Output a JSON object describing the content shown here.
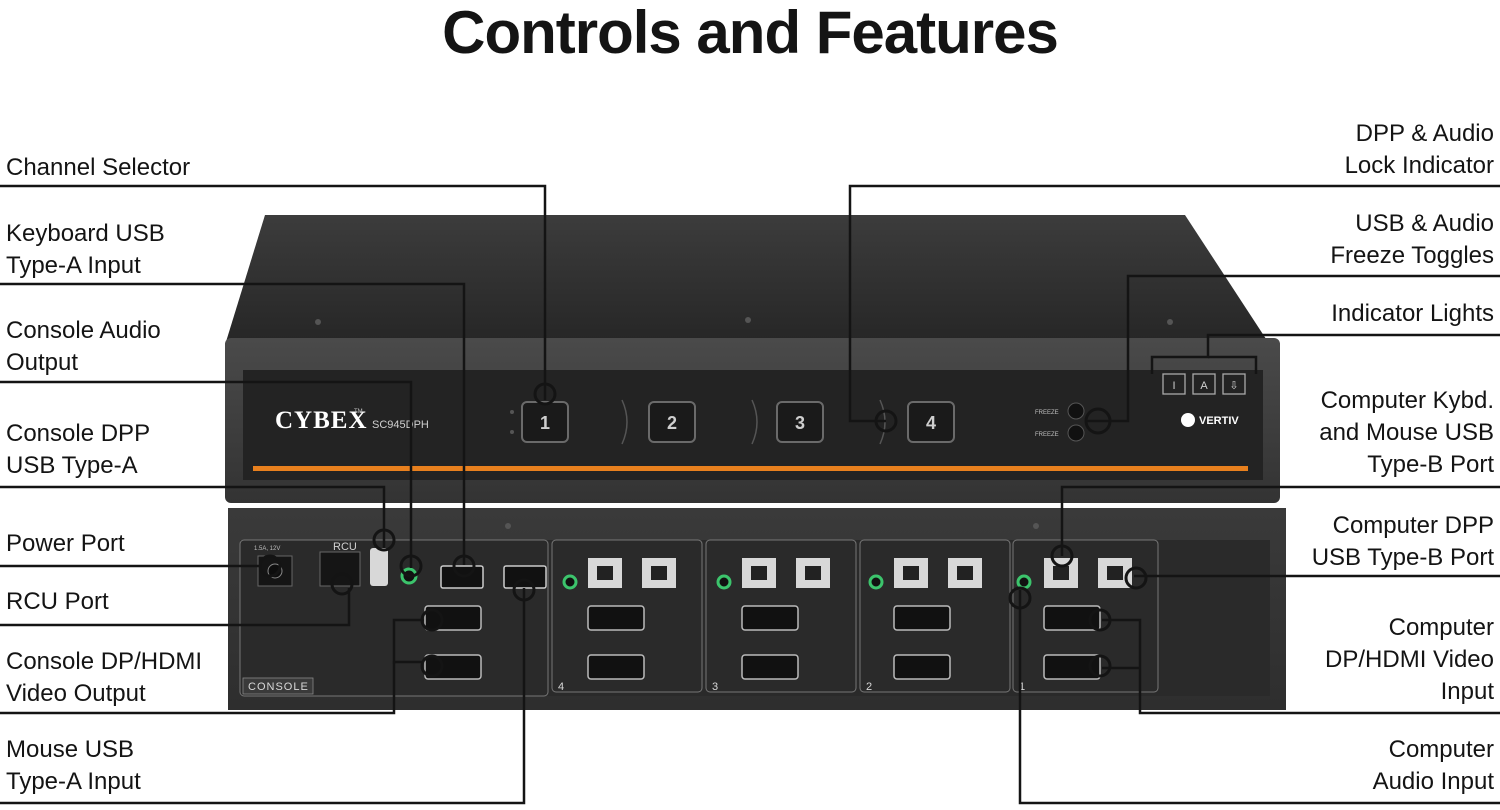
{
  "title": "Controls and Features",
  "device": {
    "brand": "CYBEX",
    "trademark": "TM",
    "model": "SC945DPH",
    "vendor": "VERTIV",
    "channels": [
      "1",
      "2",
      "3",
      "4"
    ],
    "freeze_label": "FREEZE",
    "power_rating": "1.5A, 12V",
    "rcu_label": "RCU",
    "console_label": "CONSOLE",
    "panel_numbers": [
      "4",
      "3",
      "2",
      "1"
    ],
    "indicator_glyphs": [
      "I",
      "A",
      "⇩"
    ]
  },
  "left_labels": [
    {
      "lines": [
        "Channel Selector"
      ]
    },
    {
      "lines": [
        "Keyboard USB",
        "Type-A Input"
      ]
    },
    {
      "lines": [
        "Console Audio",
        "Output"
      ]
    },
    {
      "lines": [
        "Console DPP",
        "USB Type-A"
      ]
    },
    {
      "lines": [
        "Power Port"
      ]
    },
    {
      "lines": [
        "RCU Port"
      ]
    },
    {
      "lines": [
        "Console DP/HDMI",
        "Video Output"
      ]
    },
    {
      "lines": [
        "Mouse USB",
        "Type-A Input"
      ]
    }
  ],
  "right_labels": [
    {
      "lines": [
        "DPP & Audio",
        "Lock Indicator"
      ]
    },
    {
      "lines": [
        "USB & Audio",
        "Freeze Toggles"
      ]
    },
    {
      "lines": [
        "Indicator Lights"
      ]
    },
    {
      "lines": [
        "Computer Kybd.",
        "and Mouse USB",
        "Type-B  Port"
      ]
    },
    {
      "lines": [
        "Computer DPP",
        "USB Type-B  Port"
      ]
    },
    {
      "lines": [
        "Computer",
        "DP/HDMI Video",
        "Input"
      ]
    },
    {
      "lines": [
        "Computer",
        "Audio Input"
      ]
    }
  ],
  "colors": {
    "accent": "#e8801e",
    "port_green": "#3cc46c",
    "chassis": "#2b2b2b",
    "leader": "#141414"
  }
}
